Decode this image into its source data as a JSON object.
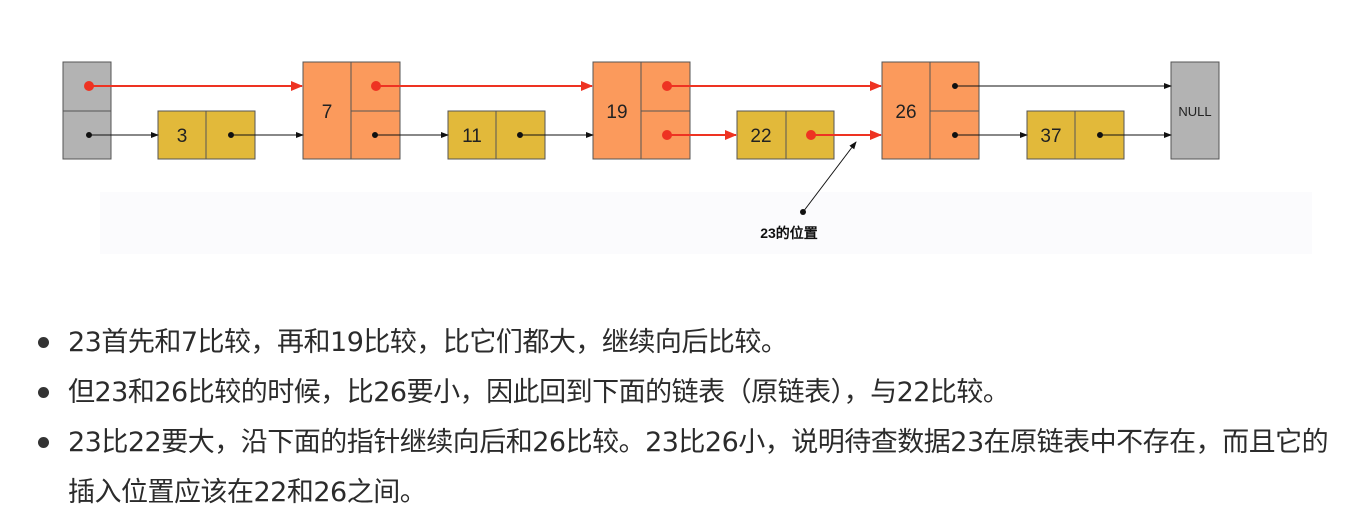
{
  "diagram": {
    "head_nodes": [
      {
        "label": "7"
      },
      {
        "label": "19"
      },
      {
        "label": "26"
      }
    ],
    "base_nodes": [
      {
        "label": "3"
      },
      {
        "label": "11"
      },
      {
        "label": "22"
      },
      {
        "label": "37"
      }
    ],
    "null_label": "NULL",
    "annotation": "23的位置",
    "colors": {
      "sentinel": "#b3b3b3",
      "index_node": "#fb9a5c",
      "data_node": "#e2b93a",
      "search_path": "#ee3322",
      "pointer": "#111111"
    }
  },
  "bullets": [
    "23首先和7比较，再和19比较，比它们都大，继续向后比较。",
    "但23和26比较的时候，比26要小，因此回到下面的链表（原链表），与22比较。",
    "23比22要大，沿下面的指针继续向后和26比较。23比26小，说明待查数据23在原链表中不存在，而且它的插入位置应该在22和26之间。"
  ]
}
